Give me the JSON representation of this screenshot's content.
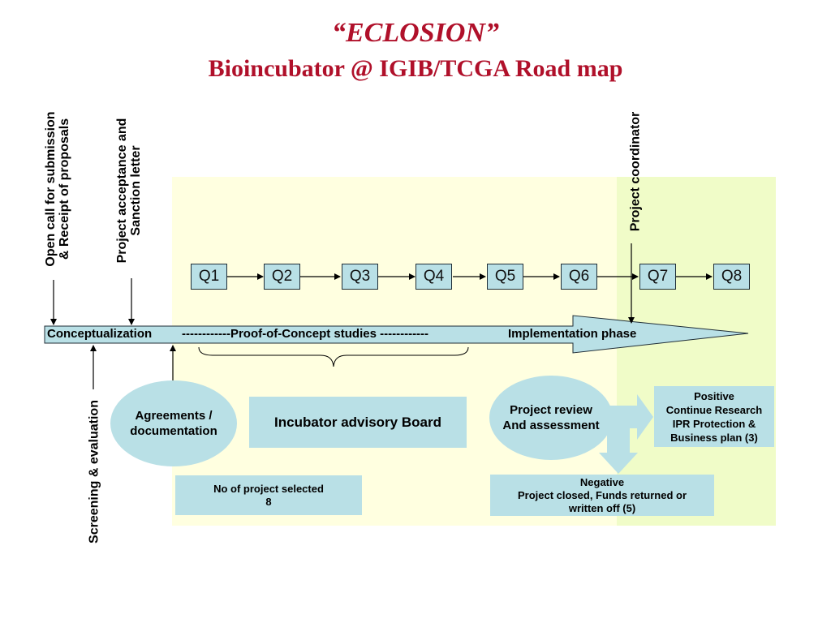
{
  "title": "“ECLOSION”",
  "subtitle": "Bioincubator @ IGIB/TCGA Road map",
  "quarters": [
    "Q1",
    "Q2",
    "Q3",
    "Q4",
    "Q5",
    "Q6",
    "Q7",
    "Q8"
  ],
  "milestones": {
    "open_call_line1": "Open call for submission",
    "open_call_line2": "& Receipt of proposals",
    "acceptance_line1": "Project acceptance and",
    "acceptance_line2": "Sanction letter",
    "coordinator": "Project coordinator",
    "screening": "Screening & evaluation"
  },
  "timeline": {
    "conceptualization": "Conceptualization",
    "proof_of_concept": "------------Proof-of-Concept studies  ------------",
    "implementation": "Implementation phase"
  },
  "agreements": {
    "line1": "Agreements /",
    "line2": "documentation"
  },
  "advisory_board": "Incubator advisory Board",
  "review": {
    "line1": "Project review",
    "line2": "And assessment"
  },
  "selected": {
    "line1": "No of project selected",
    "line2": "8"
  },
  "positive": {
    "line1": "Positive",
    "line2": "Continue Research",
    "line3": "IPR Protection &",
    "line4": "Business plan (3)"
  },
  "negative": {
    "line1": "Negative",
    "line2": "Project closed, Funds returned or",
    "line3": "written off (5)"
  },
  "colors": {
    "title": "#b0102a",
    "box_fill": "#b9e0e6",
    "phase1_bg": "#ffffe0",
    "phase2_bg": "#f0fcc8"
  }
}
